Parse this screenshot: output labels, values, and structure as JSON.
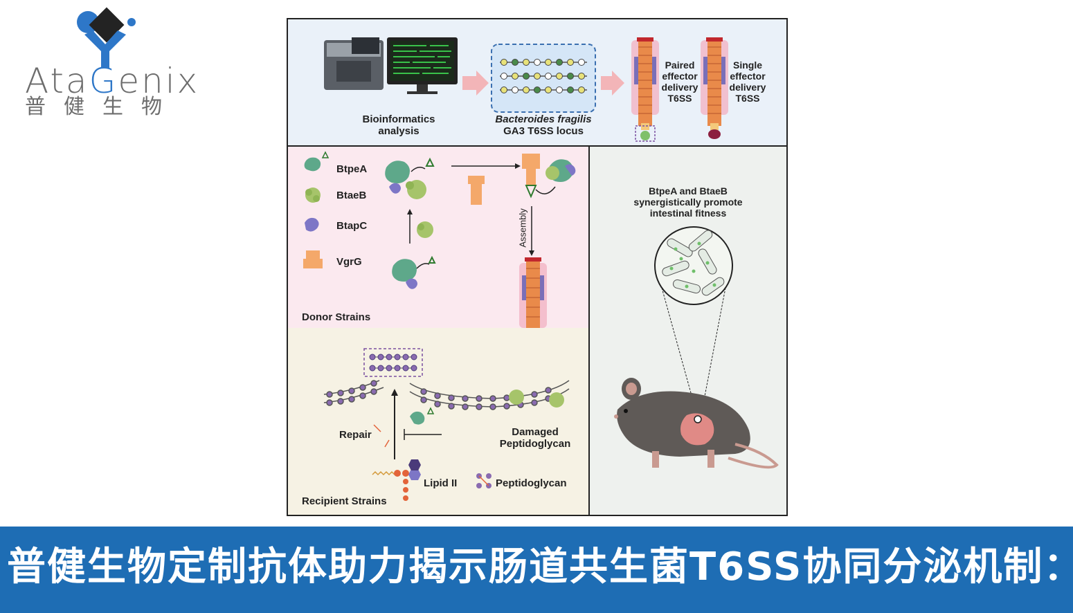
{
  "logo": {
    "brand_pre": "Ata",
    "brand_accent": "G",
    "brand_post": "enix",
    "brand_cn": "普健生物"
  },
  "figure": {
    "top": {
      "bioinformatics": "Bioinformatics",
      "analysis": "analysis",
      "bacteroides": "Bacteroides fragilis",
      "locus": "GA3 T6SS locus",
      "paired": [
        "Paired",
        "effector",
        "delivery",
        "T6SS"
      ],
      "single": [
        "Single",
        "effector",
        "delivery",
        "T6SS"
      ]
    },
    "donor": {
      "legend": [
        "BtpeA",
        "BtaeB",
        "BtapC",
        "VgrG"
      ],
      "assembly": "Assembly",
      "title": "Donor Strains"
    },
    "recipient": {
      "repair": "Repair",
      "damaged1": "Damaged",
      "damaged2": "Peptidoglycan",
      "lipid": "Lipid II",
      "peptidoglycan": "Peptidoglycan",
      "title": "Recipient Strains"
    },
    "mouse": {
      "caption1": "BtpeA and BtaeB",
      "caption2": "synergistically promote",
      "caption3": "intestinal fitness"
    }
  },
  "banner": {
    "text": "普健生物定制抗体助力揭示肠道共生菌T6SS协同分泌机制："
  },
  "colors": {
    "banner": "#1e6db4",
    "brand_accent": "#2e77c8",
    "top_panel": "#eaf1f9",
    "donor_panel": "#fbe9ef",
    "recipient_panel": "#f6f2e4",
    "mouse_panel": "#eef1ee"
  }
}
